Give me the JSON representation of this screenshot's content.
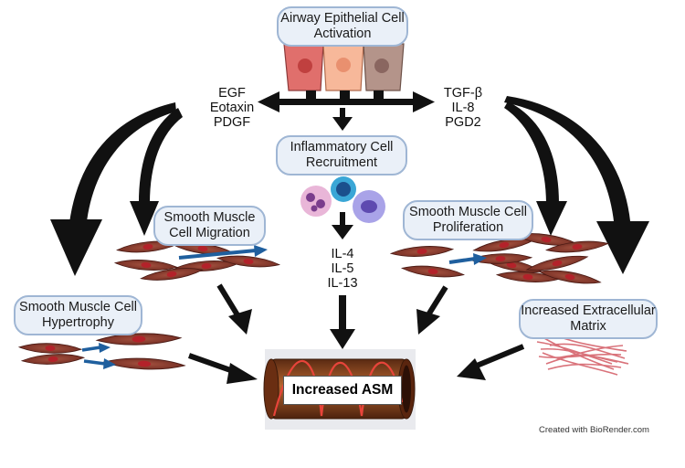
{
  "nodes": {
    "airway": "Airway Epithelial Cell Activation",
    "inflammatory": "Inflammatory Cell Recruitment",
    "migration": "Smooth Muscle Cell Migration",
    "proliferation": "Smooth Muscle Cell Proliferation",
    "hypertrophy": "Smooth Muscle Cell Hypertrophy",
    "ecm": "Increased Extracellular Matrix",
    "asm": "Increased ASM"
  },
  "left_factors": [
    "EGF",
    "Eotaxin",
    "PDGF"
  ],
  "right_factors": [
    "TGF-β",
    "IL-8",
    "PGD2"
  ],
  "cytokines": [
    "IL-4",
    "IL-5",
    "IL-13"
  ],
  "credit": "Created with BioRender.com",
  "colors": {
    "arrow": "#111111",
    "smooth_muscle": "#8b3a2f",
    "nucleus": "#a31f24",
    "blue_arrow": "#1f5f9e",
    "pill_fill": "#eaf0f8",
    "pill_border": "#9fb6d4",
    "tube": "#7a3a1c",
    "ecm_fibers": "#d9727a"
  }
}
